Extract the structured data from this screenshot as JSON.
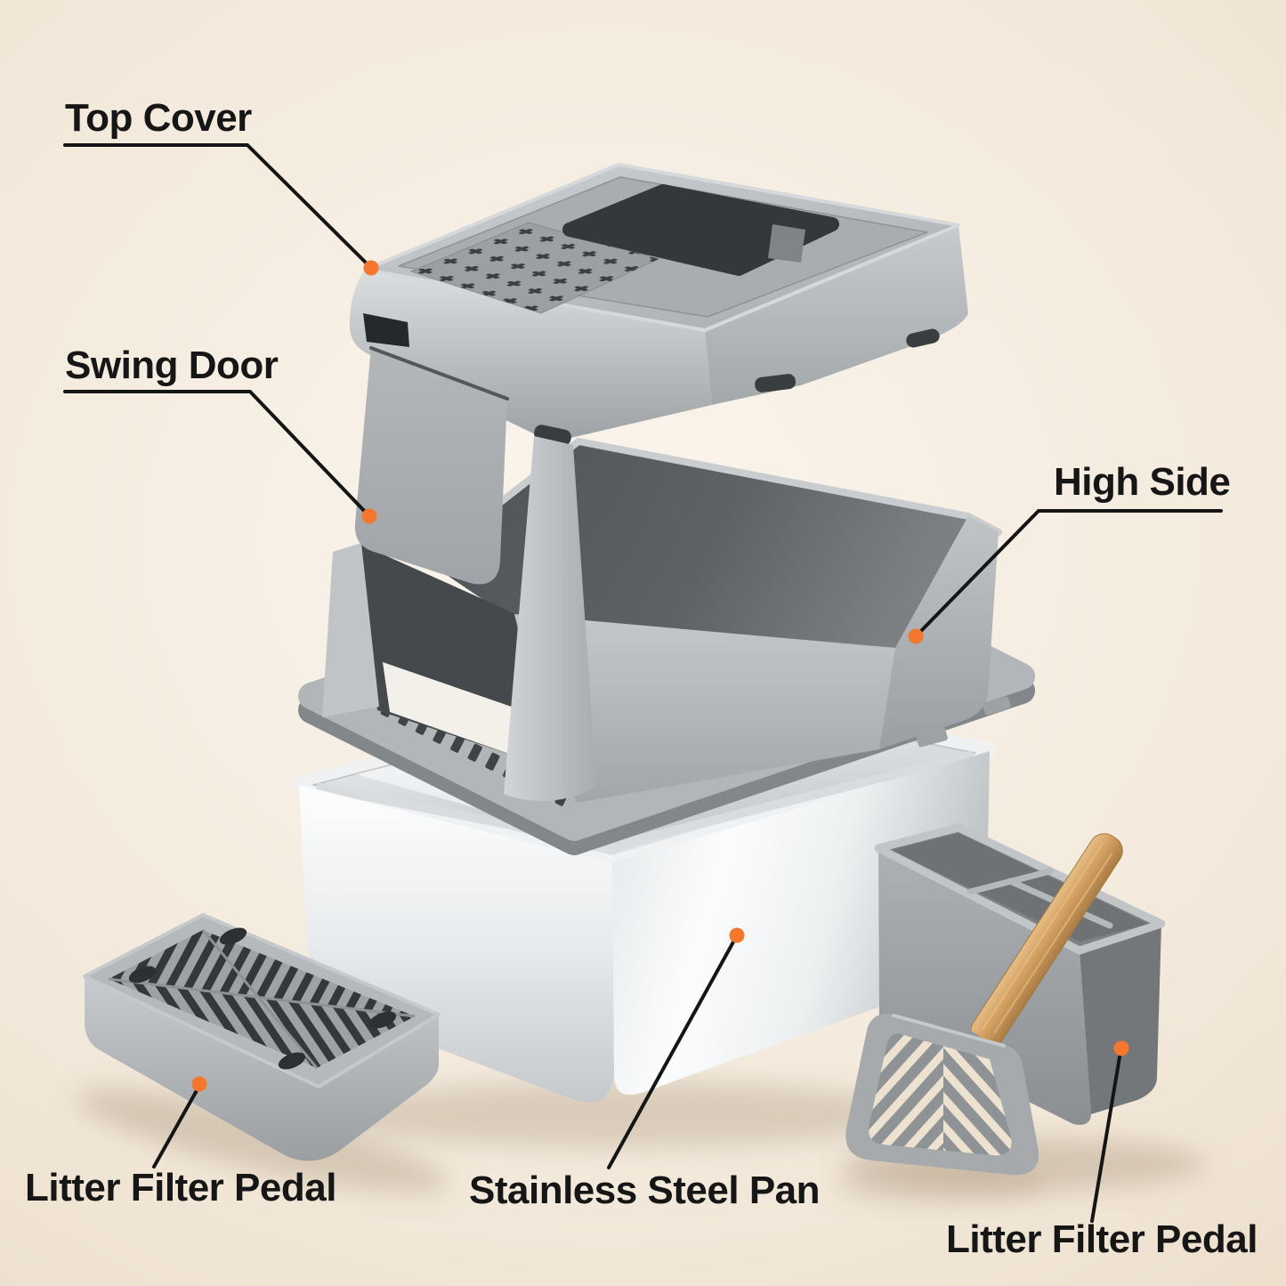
{
  "scene": {
    "description": "Exploded-view diagram of a stainless steel cat litter box with labeled parts",
    "background_center_color": "#FAF5ED",
    "background_edge_color": "#E8D8C3",
    "accent_dot_color": "#F5772D",
    "leader_line_color": "#151515",
    "label_text_color": "#161616",
    "product_gray_color": "#AEB2B5",
    "steel_color": "#EDF0F1",
    "wood_handle_color": "#D3A061",
    "callouts": [
      {
        "id": "top-cover",
        "label": "Top Cover"
      },
      {
        "id": "swing-door",
        "label": "Swing Door"
      },
      {
        "id": "high-side",
        "label": "High Side"
      },
      {
        "id": "litter-filter-pedal-left",
        "label": "Litter Filter Pedal"
      },
      {
        "id": "stainless-steel-pan",
        "label": "Stainless Steel Pan"
      },
      {
        "id": "litter-filter-pedal-right",
        "label": "Litter Filter Pedal"
      }
    ]
  }
}
